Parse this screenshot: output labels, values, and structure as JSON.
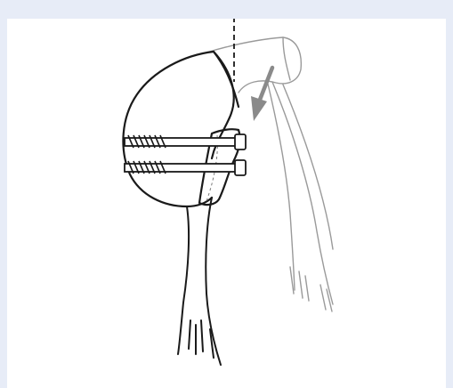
{
  "figure": {
    "background_color": "#e7ecf7",
    "panel_color": "#ffffff",
    "ink_color": "#1a1a1a",
    "arrow_color": "#8a8a8a",
    "tendon_color": "#9a9a9a",
    "screw_count": 2,
    "icons": [
      "humeral-head",
      "bone-shaft",
      "bone-fragment",
      "screw",
      "screw",
      "tendon",
      "arrow",
      "dashed-axis-line"
    ]
  }
}
